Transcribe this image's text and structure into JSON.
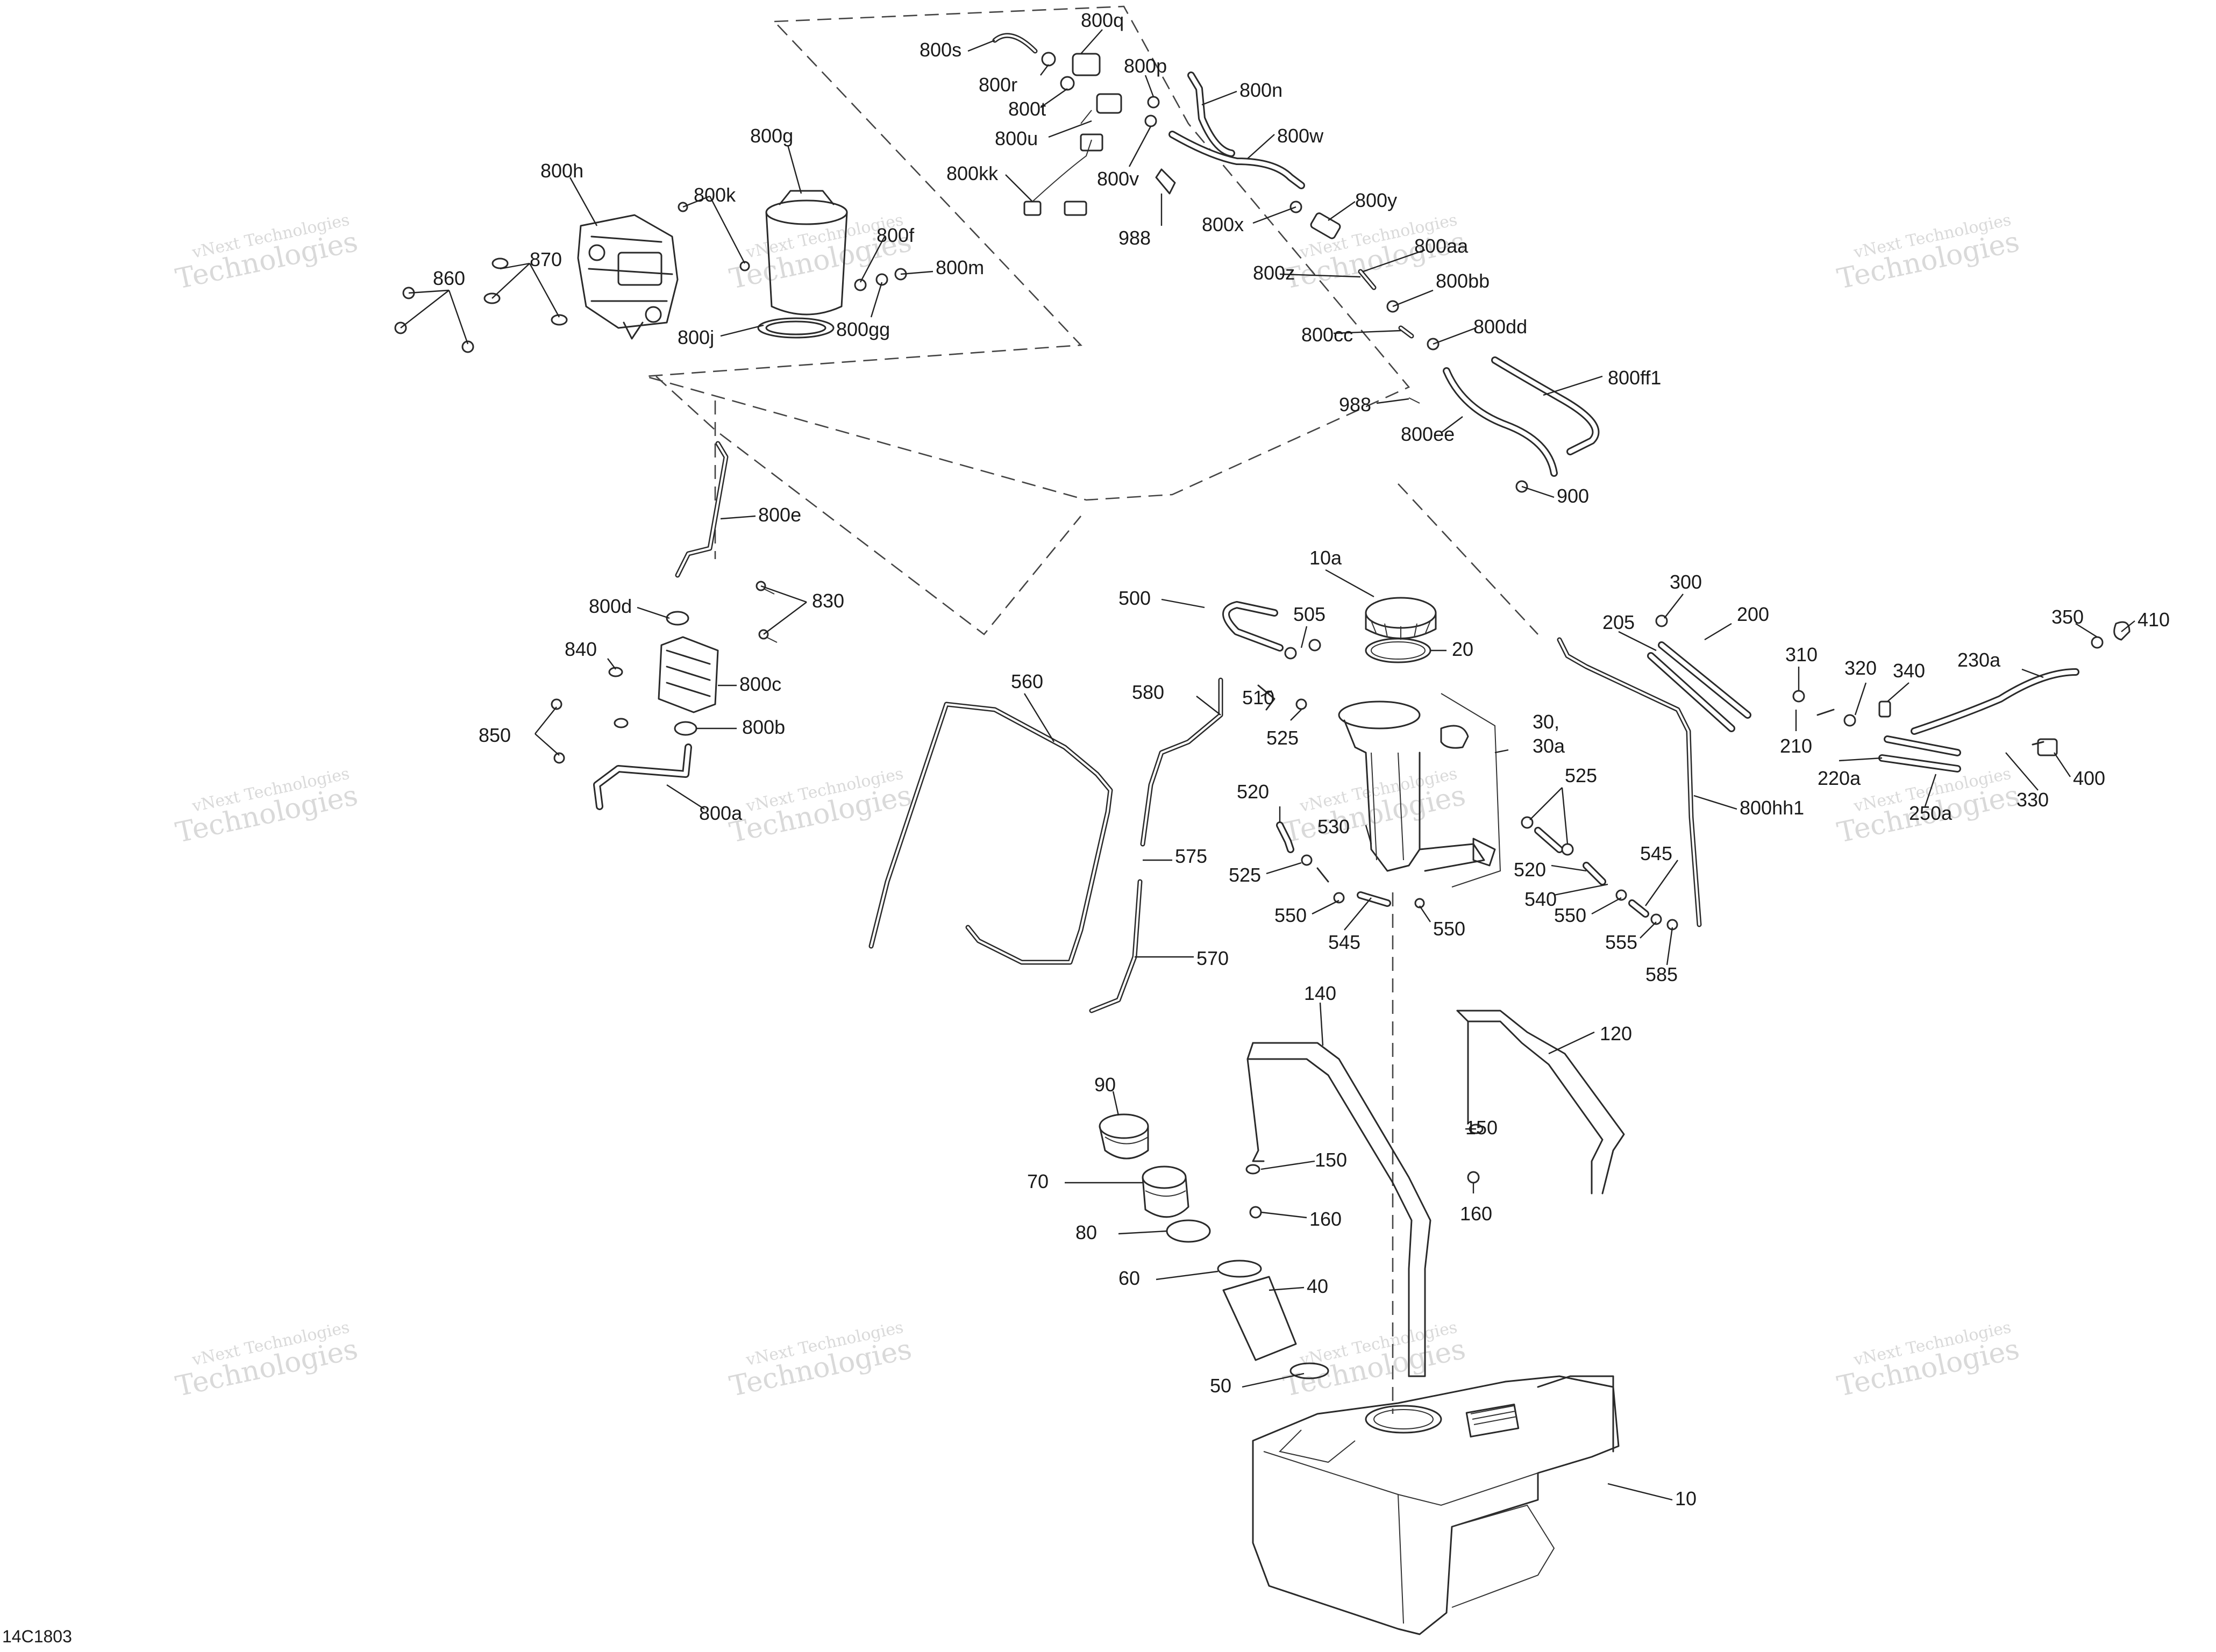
{
  "diagram": {
    "figure_code": "14C1803",
    "watermark": {
      "line1": "vNext Technologies",
      "line2": "Technologies"
    },
    "labels": [
      {
        "id": "800s",
        "text": "800s"
      },
      {
        "id": "800q",
        "text": "800q"
      },
      {
        "id": "800r",
        "text": "800r"
      },
      {
        "id": "800p",
        "text": "800p"
      },
      {
        "id": "800t",
        "text": "800t"
      },
      {
        "id": "800n",
        "text": "800n"
      },
      {
        "id": "800u",
        "text": "800u"
      },
      {
        "id": "800w",
        "text": "800w"
      },
      {
        "id": "800g",
        "text": "800g"
      },
      {
        "id": "800kk",
        "text": "800kk"
      },
      {
        "id": "800v",
        "text": "800v"
      },
      {
        "id": "800h",
        "text": "800h"
      },
      {
        "id": "800k",
        "text": "800k"
      },
      {
        "id": "800y",
        "text": "800y"
      },
      {
        "id": "800x",
        "text": "800x"
      },
      {
        "id": "988a",
        "text": "988"
      },
      {
        "id": "800f",
        "text": "800f"
      },
      {
        "id": "800aa",
        "text": "800aa"
      },
      {
        "id": "870",
        "text": "870"
      },
      {
        "id": "800m",
        "text": "800m"
      },
      {
        "id": "800z",
        "text": "800z"
      },
      {
        "id": "860",
        "text": "860"
      },
      {
        "id": "800bb",
        "text": "800bb"
      },
      {
        "id": "800gg",
        "text": "800gg"
      },
      {
        "id": "800j",
        "text": "800j"
      },
      {
        "id": "800cc",
        "text": "800cc"
      },
      {
        "id": "800dd",
        "text": "800dd"
      },
      {
        "id": "800ff1",
        "text": "800ff1"
      },
      {
        "id": "988b",
        "text": "988"
      },
      {
        "id": "800ee",
        "text": "800ee"
      },
      {
        "id": "900",
        "text": "900"
      },
      {
        "id": "800e",
        "text": "800e"
      },
      {
        "id": "10a",
        "text": "10a"
      },
      {
        "id": "300",
        "text": "300"
      },
      {
        "id": "500",
        "text": "500"
      },
      {
        "id": "830",
        "text": "830"
      },
      {
        "id": "800d",
        "text": "800d"
      },
      {
        "id": "505",
        "text": "505"
      },
      {
        "id": "200",
        "text": "200"
      },
      {
        "id": "205",
        "text": "205"
      },
      {
        "id": "350",
        "text": "350"
      },
      {
        "id": "410",
        "text": "410"
      },
      {
        "id": "20",
        "text": "20"
      },
      {
        "id": "310",
        "text": "310"
      },
      {
        "id": "840",
        "text": "840"
      },
      {
        "id": "230a",
        "text": "230a"
      },
      {
        "id": "320",
        "text": "320"
      },
      {
        "id": "340",
        "text": "340"
      },
      {
        "id": "560",
        "text": "560"
      },
      {
        "id": "800c",
        "text": "800c"
      },
      {
        "id": "580",
        "text": "580"
      },
      {
        "id": "510",
        "text": "510"
      },
      {
        "id": "850",
        "text": "850"
      },
      {
        "id": "800b",
        "text": "800b"
      },
      {
        "id": "30",
        "text": "30,"
      },
      {
        "id": "30a",
        "text": "30a"
      },
      {
        "id": "525a",
        "text": "525"
      },
      {
        "id": "210",
        "text": "210"
      },
      {
        "id": "220a",
        "text": "220a"
      },
      {
        "id": "400",
        "text": "400"
      },
      {
        "id": "525b",
        "text": "525"
      },
      {
        "id": "520a",
        "text": "520"
      },
      {
        "id": "330",
        "text": "330"
      },
      {
        "id": "800a",
        "text": "800a"
      },
      {
        "id": "800hh1",
        "text": "800hh1"
      },
      {
        "id": "250a",
        "text": "250a"
      },
      {
        "id": "530",
        "text": "530"
      },
      {
        "id": "575",
        "text": "575"
      },
      {
        "id": "545a",
        "text": "545"
      },
      {
        "id": "525c",
        "text": "525"
      },
      {
        "id": "520b",
        "text": "520"
      },
      {
        "id": "540",
        "text": "540"
      },
      {
        "id": "550a",
        "text": "550"
      },
      {
        "id": "550b",
        "text": "550"
      },
      {
        "id": "550c",
        "text": "550"
      },
      {
        "id": "545b",
        "text": "545"
      },
      {
        "id": "555",
        "text": "555"
      },
      {
        "id": "570",
        "text": "570"
      },
      {
        "id": "585",
        "text": "585"
      },
      {
        "id": "140",
        "text": "140"
      },
      {
        "id": "120",
        "text": "120"
      },
      {
        "id": "90",
        "text": "90"
      },
      {
        "id": "150a",
        "text": "150"
      },
      {
        "id": "150b",
        "text": "150"
      },
      {
        "id": "70",
        "text": "70"
      },
      {
        "id": "160a",
        "text": "160"
      },
      {
        "id": "160b",
        "text": "160"
      },
      {
        "id": "80",
        "text": "80"
      },
      {
        "id": "40",
        "text": "40"
      },
      {
        "id": "60",
        "text": "60"
      },
      {
        "id": "50",
        "text": "50"
      },
      {
        "id": "10",
        "text": "10"
      }
    ]
  }
}
